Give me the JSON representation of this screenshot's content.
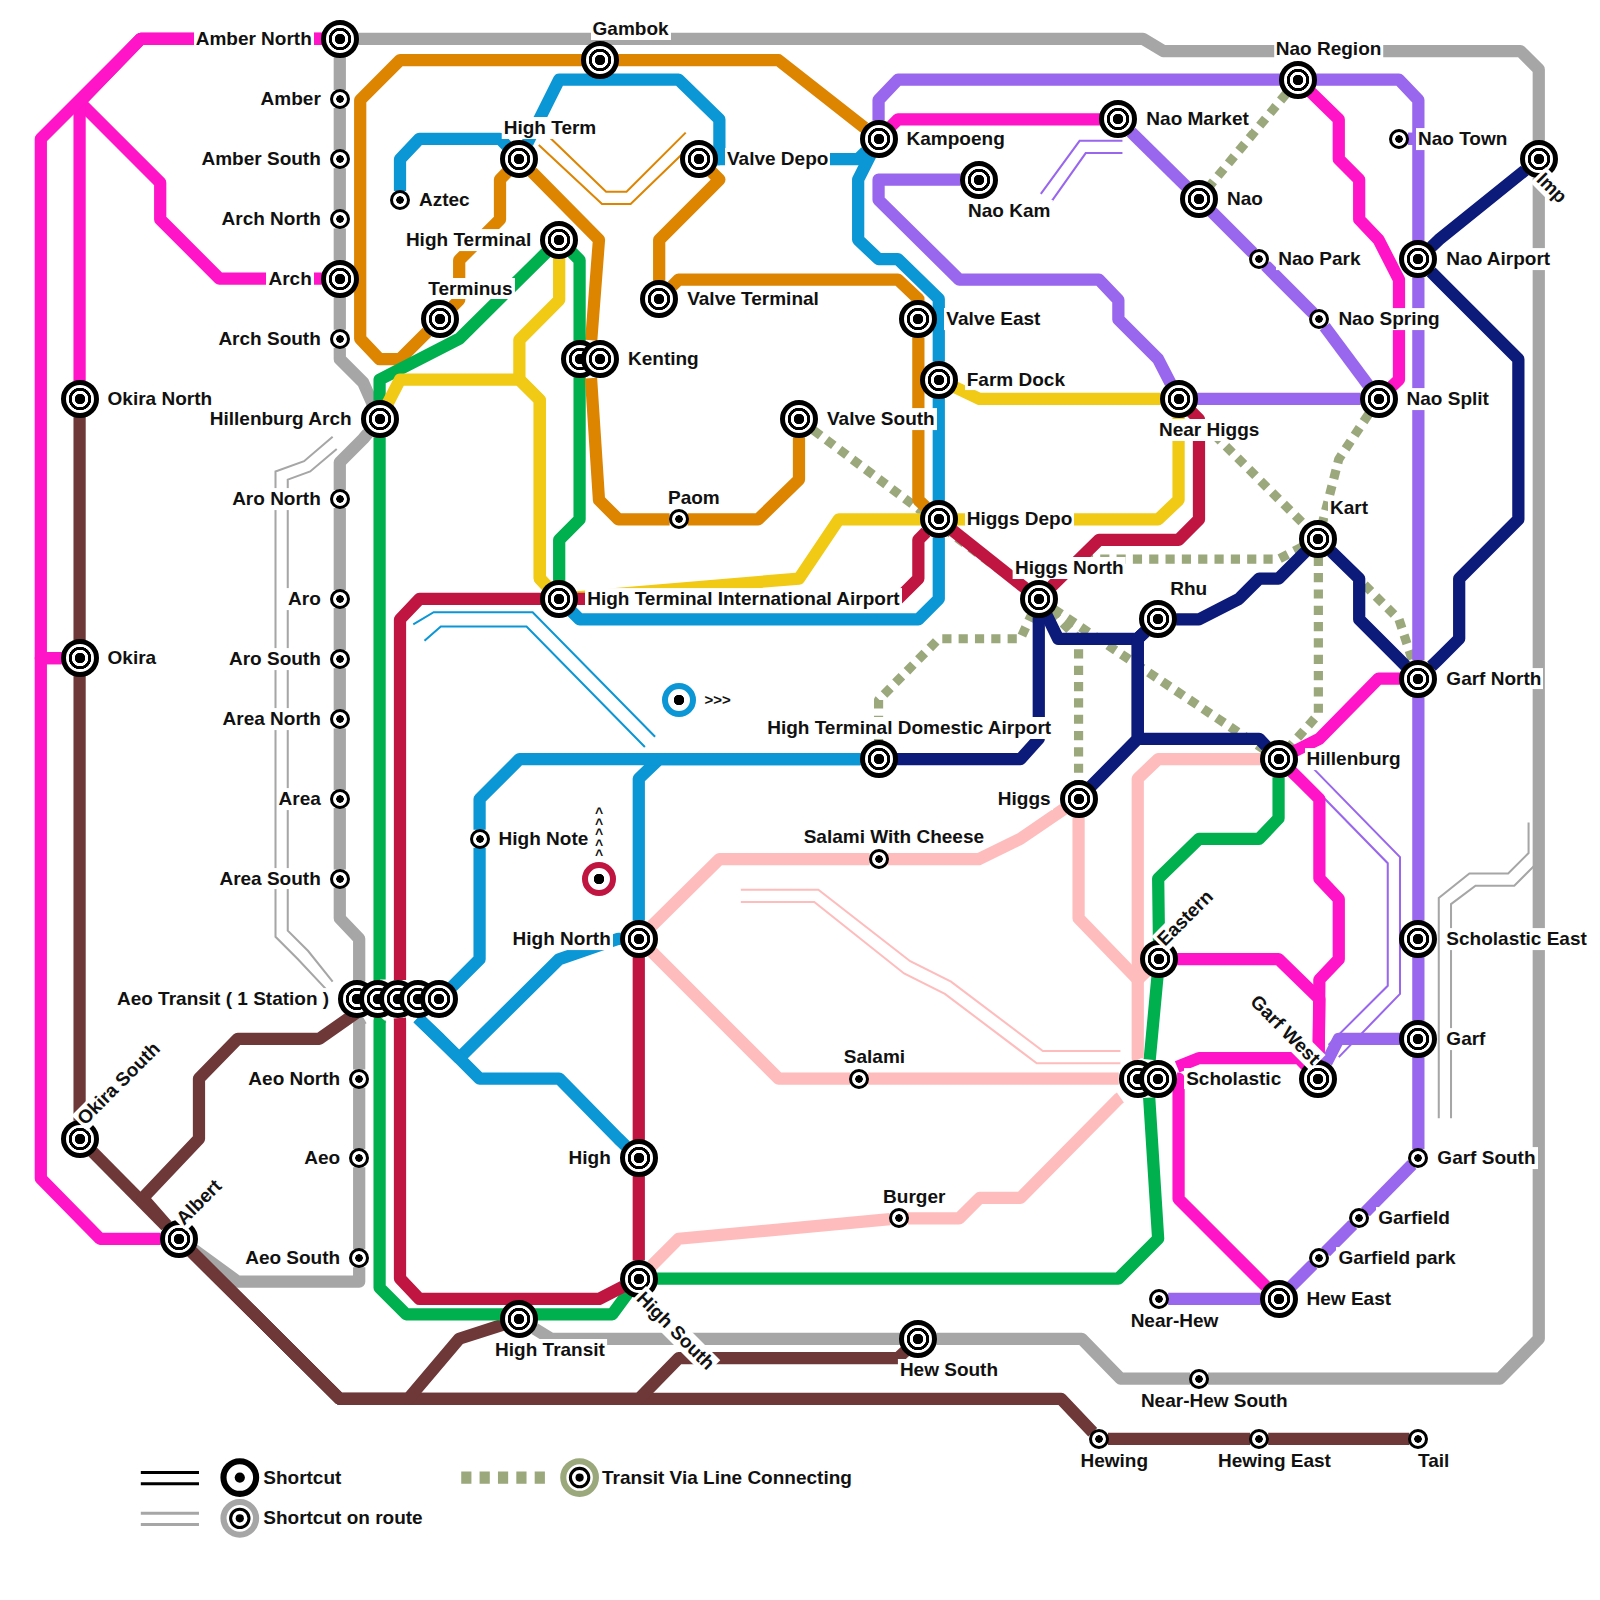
{
  "diagram": {
    "nodes": [
      {
        "text": [
          "Amber North"
        ]
      },
      {
        "text": [
          "Amber"
        ]
      },
      {
        "text": [
          "Amber South"
        ]
      },
      {
        "text": [
          "Arch North"
        ]
      },
      {
        "text": [
          "Arch"
        ]
      },
      {
        "text": [
          "Arch South"
        ]
      },
      {
        "text": [
          "Gambok"
        ]
      },
      {
        "text": [
          "Aztec"
        ]
      },
      {
        "text": [
          "High Term"
        ]
      },
      {
        "text": [
          "Valve Depo"
        ]
      },
      {
        "text": [
          "Kampoeng"
        ]
      },
      {
        "text": [
          "High Terminal"
        ]
      },
      {
        "text": [
          "Terminus"
        ]
      },
      {
        "text": [
          "Valve Terminal"
        ]
      },
      {
        "text": [
          "Kenting"
        ]
      },
      {
        "text": [
          "Valve East"
        ]
      },
      {
        "text": [
          "Farm Dock"
        ]
      },
      {
        "text": [
          "Valve South"
        ]
      },
      {
        "text": [
          "Paom"
        ]
      },
      {
        "text": [
          "Higgs Depo"
        ]
      },
      {
        "text": [
          "High Terminal International Airport"
        ]
      },
      {
        "text": [
          "Hillenburg Arch"
        ]
      },
      {
        "text": [
          "Nao Region"
        ]
      },
      {
        "text": [
          "Nao Market"
        ]
      },
      {
        "text": [
          "Nao Town"
        ]
      },
      {
        "text": [
          "Nao Kam"
        ]
      },
      {
        "text": [
          "Nao"
        ]
      },
      {
        "text": [
          "Imp"
        ]
      },
      {
        "text": [
          "Nao Park"
        ]
      },
      {
        "text": [
          "Nao Airport"
        ]
      },
      {
        "text": [
          "Nao Spring"
        ]
      },
      {
        "text": [
          "Near Higgs"
        ]
      },
      {
        "text": [
          "Nao Split"
        ]
      },
      {
        "text": [
          "Kart"
        ]
      },
      {
        "text": [
          "Higgs North"
        ]
      },
      {
        "text": [
          "Rhu"
        ]
      },
      {
        "text": [
          "Garf North"
        ]
      },
      {
        "text": [
          ">>>"
        ]
      },
      {
        "text": [
          "High Terminal Domestic Airport"
        ]
      },
      {
        "text": [
          "Higgs"
        ]
      },
      {
        "text": [
          "Hillenburg"
        ]
      },
      {
        "text": [
          "Okira North"
        ]
      },
      {
        "text": [
          "Okira"
        ]
      },
      {
        "text": [
          "Aro North"
        ]
      },
      {
        "text": [
          "Aro"
        ]
      },
      {
        "text": [
          "Aro South"
        ]
      },
      {
        "text": [
          "Area North"
        ]
      },
      {
        "text": [
          "Area"
        ]
      },
      {
        "text": [
          "Area South"
        ]
      },
      {
        "text": [
          "High Note"
        ]
      },
      {
        "text": [
          "^^^^^"
        ]
      },
      {
        "text": [
          "Salami With Cheese"
        ]
      },
      {
        "text": [
          "High North"
        ]
      },
      {
        "text": [
          "Eastern"
        ]
      },
      {
        "text": [
          "Scholastic East"
        ]
      },
      {
        "text": [
          "Aeo Transit ( 1 Station )"
        ]
      },
      {
        "text": [
          "Aeo North"
        ]
      },
      {
        "text": [
          "Aeo"
        ]
      },
      {
        "text": [
          "Aeo South"
        ]
      },
      {
        "text": [
          "Salami"
        ]
      },
      {
        "text": [
          "Scholastic"
        ]
      },
      {
        "text": [
          "Garf West"
        ]
      },
      {
        "text": [
          "Garf"
        ]
      },
      {
        "text": [
          "Garf South"
        ]
      },
      {
        "text": [
          "Okira South"
        ]
      },
      {
        "text": [
          "Albert"
        ]
      },
      {
        "text": [
          "High"
        ]
      },
      {
        "text": [
          "Burger"
        ]
      },
      {
        "text": [
          "Garfield"
        ]
      },
      {
        "text": [
          "Garfield park"
        ]
      },
      {
        "text": [
          "Hew East"
        ]
      },
      {
        "text": [
          "Near-Hew"
        ]
      },
      {
        "text": [
          "High South"
        ]
      },
      {
        "text": [
          "High Transit"
        ]
      },
      {
        "text": [
          "Hew South"
        ]
      },
      {
        "text": [
          "Near-Hew South"
        ]
      },
      {
        "text": [
          "Hewing"
        ]
      },
      {
        "text": [
          "Hewing East"
        ]
      },
      {
        "text": [
          "Tail"
        ]
      }
    ],
    "edges": [
      {
        "from": 0,
        "to": 1,
        "arrow": "none"
      },
      {
        "from": 1,
        "to": 2,
        "arrow": "none"
      },
      {
        "from": 2,
        "to": 3,
        "arrow": "none"
      },
      {
        "from": 3,
        "to": 4,
        "arrow": "none"
      },
      {
        "from": 4,
        "to": 5,
        "arrow": "none"
      },
      {
        "from": 5,
        "to": 21,
        "arrow": "none"
      },
      {
        "from": 21,
        "to": 43,
        "arrow": "none"
      },
      {
        "from": 43,
        "to": 44,
        "arrow": "none"
      },
      {
        "from": 44,
        "to": 45,
        "arrow": "none"
      },
      {
        "from": 45,
        "to": 46,
        "arrow": "none"
      },
      {
        "from": 46,
        "to": 47,
        "arrow": "none"
      },
      {
        "from": 47,
        "to": 48,
        "arrow": "none"
      },
      {
        "from": 48,
        "to": 55,
        "arrow": "none"
      },
      {
        "from": 55,
        "to": 56,
        "arrow": "none"
      },
      {
        "from": 56,
        "to": 57,
        "arrow": "none"
      },
      {
        "from": 57,
        "to": 58,
        "arrow": "none"
      },
      {
        "from": 58,
        "to": 65,
        "arrow": "none"
      },
      {
        "from": 0,
        "to": 27,
        "arrow": "none"
      },
      {
        "from": 27,
        "to": 75,
        "arrow": "none"
      },
      {
        "from": 74,
        "to": 73,
        "arrow": "none"
      },
      {
        "from": 0,
        "to": 4,
        "arrow": "none"
      },
      {
        "from": 0,
        "to": 41,
        "arrow": "none"
      },
      {
        "from": 0,
        "to": 42,
        "arrow": "none"
      },
      {
        "from": 42,
        "to": 65,
        "arrow": "none"
      },
      {
        "from": 41,
        "to": 42,
        "arrow": "none"
      },
      {
        "from": 42,
        "to": 64,
        "arrow": "none"
      },
      {
        "from": 64,
        "to": 65,
        "arrow": "none"
      },
      {
        "from": 55,
        "to": 65,
        "arrow": "none"
      },
      {
        "from": 65,
        "to": 76,
        "arrow": "none"
      },
      {
        "from": 76,
        "to": 77,
        "arrow": "none"
      },
      {
        "from": 77,
        "to": 78,
        "arrow": "none"
      },
      {
        "from": 65,
        "to": 74,
        "arrow": "none"
      },
      {
        "from": 73,
        "to": 65,
        "arrow": "none"
      },
      {
        "from": 6,
        "to": 10,
        "arrow": "none"
      },
      {
        "from": 6,
        "to": 12,
        "arrow": "none"
      },
      {
        "from": 12,
        "to": 8,
        "arrow": "none"
      },
      {
        "from": 8,
        "to": 14,
        "arrow": "none"
      },
      {
        "from": 18,
        "to": 17,
        "arrow": "none"
      },
      {
        "from": 9,
        "to": 13,
        "arrow": "none"
      },
      {
        "from": 13,
        "to": 15,
        "arrow": "none"
      },
      {
        "from": 15,
        "to": 19,
        "arrow": "none"
      },
      {
        "from": 7,
        "to": 8,
        "arrow": "none"
      },
      {
        "from": 8,
        "to": 9,
        "arrow": "none"
      },
      {
        "from": 9,
        "to": 10,
        "arrow": "none"
      },
      {
        "from": 10,
        "to": 16,
        "arrow": "none"
      },
      {
        "from": 16,
        "to": 19,
        "arrow": "none"
      },
      {
        "from": 19,
        "to": 20,
        "arrow": "none"
      },
      {
        "from": 38,
        "to": 52,
        "arrow": "none"
      },
      {
        "from": 38,
        "to": 49,
        "arrow": "none"
      },
      {
        "from": 49,
        "to": 55,
        "arrow": "none"
      },
      {
        "from": 55,
        "to": 52,
        "arrow": "none"
      },
      {
        "from": 55,
        "to": 66,
        "arrow": "none"
      },
      {
        "from": 11,
        "to": 21,
        "arrow": "none"
      },
      {
        "from": 21,
        "to": 55,
        "arrow": "none"
      },
      {
        "from": 55,
        "to": 72,
        "arrow": "none"
      },
      {
        "from": 11,
        "to": 20,
        "arrow": "none"
      },
      {
        "from": 72,
        "to": 60,
        "arrow": "none"
      },
      {
        "from": 60,
        "to": 53,
        "arrow": "none"
      },
      {
        "from": 53,
        "to": 40,
        "arrow": "none"
      },
      {
        "from": 11,
        "to": 20,
        "arrow": "none"
      },
      {
        "from": 21,
        "to": 20,
        "arrow": "none"
      },
      {
        "from": 20,
        "to": 19,
        "arrow": "none"
      },
      {
        "from": 19,
        "to": 31,
        "arrow": "none"
      },
      {
        "from": 31,
        "to": 16,
        "arrow": "none"
      },
      {
        "from": 20,
        "to": 55,
        "arrow": "none"
      },
      {
        "from": 55,
        "to": 72,
        "arrow": "none"
      },
      {
        "from": 20,
        "to": 19,
        "arrow": "none"
      },
      {
        "from": 19,
        "to": 34,
        "arrow": "none"
      },
      {
        "from": 34,
        "to": 31,
        "arrow": "none"
      },
      {
        "from": 72,
        "to": 66,
        "arrow": "none"
      },
      {
        "from": 66,
        "to": 52,
        "arrow": "none"
      },
      {
        "from": 27,
        "to": 29,
        "arrow": "none"
      },
      {
        "from": 29,
        "to": 36,
        "arrow": "none"
      },
      {
        "from": 33,
        "to": 36,
        "arrow": "none"
      },
      {
        "from": 33,
        "to": 35,
        "arrow": "none"
      },
      {
        "from": 35,
        "to": 34,
        "arrow": "none"
      },
      {
        "from": 34,
        "to": 38,
        "arrow": "none"
      },
      {
        "from": 35,
        "to": 39,
        "arrow": "none"
      },
      {
        "from": 35,
        "to": 40,
        "arrow": "none"
      },
      {
        "from": 39,
        "to": 51,
        "arrow": "none"
      },
      {
        "from": 51,
        "to": 52,
        "arrow": "none"
      },
      {
        "from": 52,
        "to": 59,
        "arrow": "none"
      },
      {
        "from": 59,
        "to": 60,
        "arrow": "none"
      },
      {
        "from": 40,
        "to": 60,
        "arrow": "none"
      },
      {
        "from": 72,
        "to": 67,
        "arrow": "none"
      },
      {
        "from": 67,
        "to": 60,
        "arrow": "none"
      },
      {
        "from": 39,
        "to": 53,
        "arrow": "none"
      },
      {
        "from": 10,
        "to": 23,
        "arrow": "none"
      },
      {
        "from": 22,
        "to": 32,
        "arrow": "none"
      },
      {
        "from": 36,
        "to": 40,
        "arrow": "none"
      },
      {
        "from": 40,
        "to": 61,
        "arrow": "none"
      },
      {
        "from": 53,
        "to": 61,
        "arrow": "none"
      },
      {
        "from": 61,
        "to": 60,
        "arrow": "none"
      },
      {
        "from": 60,
        "to": 70,
        "arrow": "none"
      },
      {
        "from": 10,
        "to": 22,
        "arrow": "none"
      },
      {
        "from": 22,
        "to": 24,
        "arrow": "none"
      },
      {
        "from": 24,
        "to": 29,
        "arrow": "none"
      },
      {
        "from": 29,
        "to": 36,
        "arrow": "none"
      },
      {
        "from": 36,
        "to": 54,
        "arrow": "none"
      },
      {
        "from": 54,
        "to": 62,
        "arrow": "none"
      },
      {
        "from": 62,
        "to": 63,
        "arrow": "none"
      },
      {
        "from": 63,
        "to": 68,
        "arrow": "none"
      },
      {
        "from": 68,
        "to": 69,
        "arrow": "none"
      },
      {
        "from": 69,
        "to": 70,
        "arrow": "none"
      },
      {
        "from": 25,
        "to": 31,
        "arrow": "none"
      },
      {
        "from": 31,
        "to": 32,
        "arrow": "none"
      },
      {
        "from": 23,
        "to": 26,
        "arrow": "none"
      },
      {
        "from": 26,
        "to": 28,
        "arrow": "none"
      },
      {
        "from": 28,
        "to": 30,
        "arrow": "none"
      },
      {
        "from": 30,
        "to": 32,
        "arrow": "none"
      },
      {
        "from": 61,
        "to": 62,
        "arrow": "none"
      },
      {
        "from": 70,
        "to": 71,
        "arrow": "none"
      },
      {
        "from": 22,
        "to": 26,
        "arrow": "none"
      },
      {
        "from": 17,
        "to": 34,
        "arrow": "none"
      },
      {
        "from": 32,
        "to": 33,
        "arrow": "none"
      },
      {
        "from": 33,
        "to": 40,
        "arrow": "none"
      },
      {
        "from": 34,
        "to": 40,
        "arrow": "none"
      },
      {
        "from": 33,
        "to": 34,
        "arrow": "none"
      },
      {
        "from": 38,
        "to": 34,
        "arrow": "none"
      },
      {
        "from": 34,
        "to": 39,
        "arrow": "none"
      },
      {
        "from": 31,
        "to": 36,
        "arrow": "none"
      },
      {
        "from": 14,
        "to": 18,
        "arrow": "none"
      },
      {
        "from": 75,
        "to": 74,
        "arrow": "none"
      }
    ],
    "legend": [
      {
        "text": "Shortcut"
      },
      {
        "text": "Shortcut on route"
      },
      {
        "text": "Transit Via Line Connecting"
      }
    ]
  }
}
